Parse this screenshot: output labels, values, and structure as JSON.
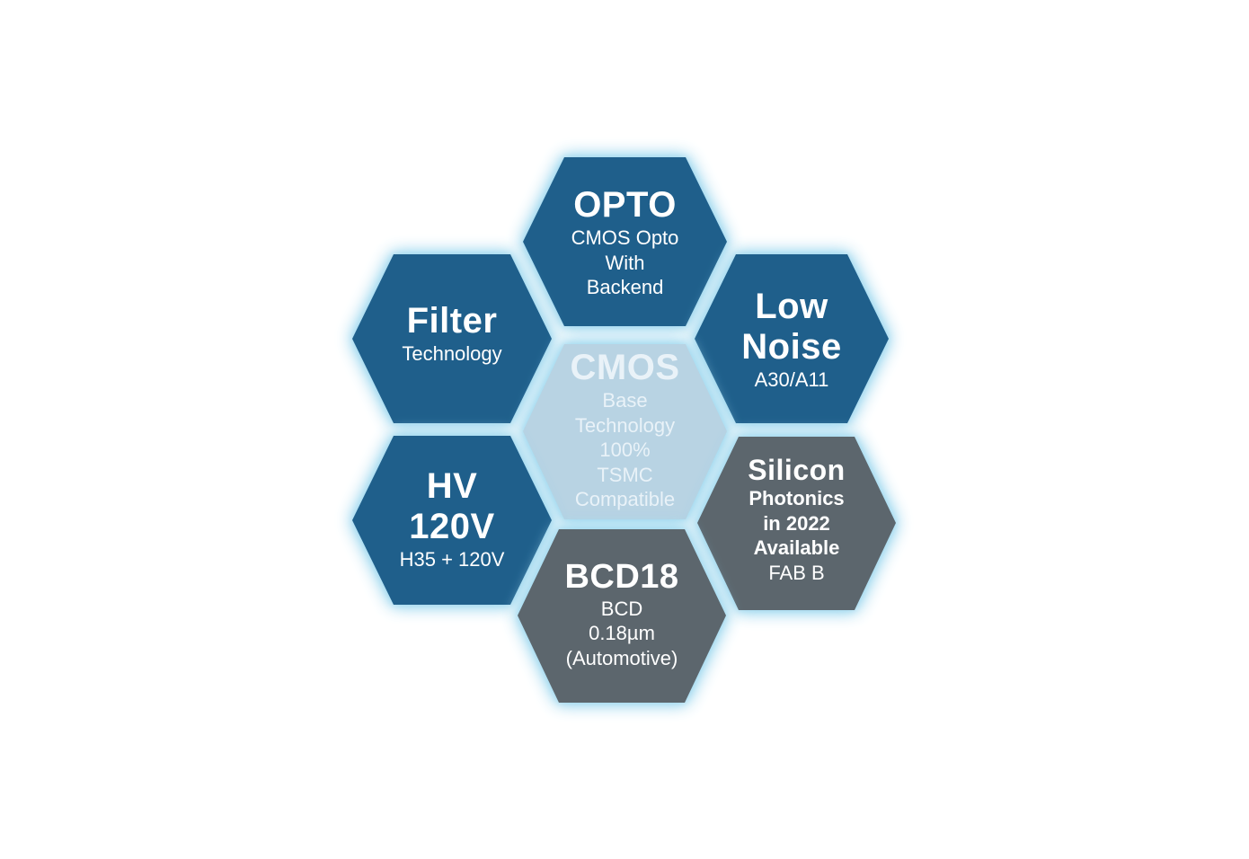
{
  "colors": {
    "blue": "#1f5f8b",
    "gray": "#5c666d",
    "center": "#b8d3e3",
    "glow": "#9fd8ef"
  },
  "hexes": {
    "opto": {
      "title": "OPTO",
      "lines": [
        "CMOS Opto",
        "With",
        "Backend"
      ]
    },
    "filter": {
      "title": "Filter",
      "lines": [
        "Technology"
      ]
    },
    "low_noise": {
      "title_1": "Low",
      "title_2": "Noise",
      "lines": [
        "A30/A11"
      ]
    },
    "cmos": {
      "title": "CMOS",
      "lines": [
        "Base",
        "Technology",
        "100%",
        "TSMC",
        "Compatible"
      ]
    },
    "hv": {
      "title_1": "HV",
      "title_2": "120V",
      "lines": [
        "H35 + 120V"
      ]
    },
    "silicon": {
      "title": "Silicon",
      "bold_lines": [
        "Photonics",
        "in 2022",
        "Available"
      ],
      "lines": [
        "FAB B"
      ]
    },
    "bcd": {
      "title": "BCD18",
      "lines": [
        "BCD",
        "0.18µm",
        "(Automotive)"
      ]
    }
  }
}
